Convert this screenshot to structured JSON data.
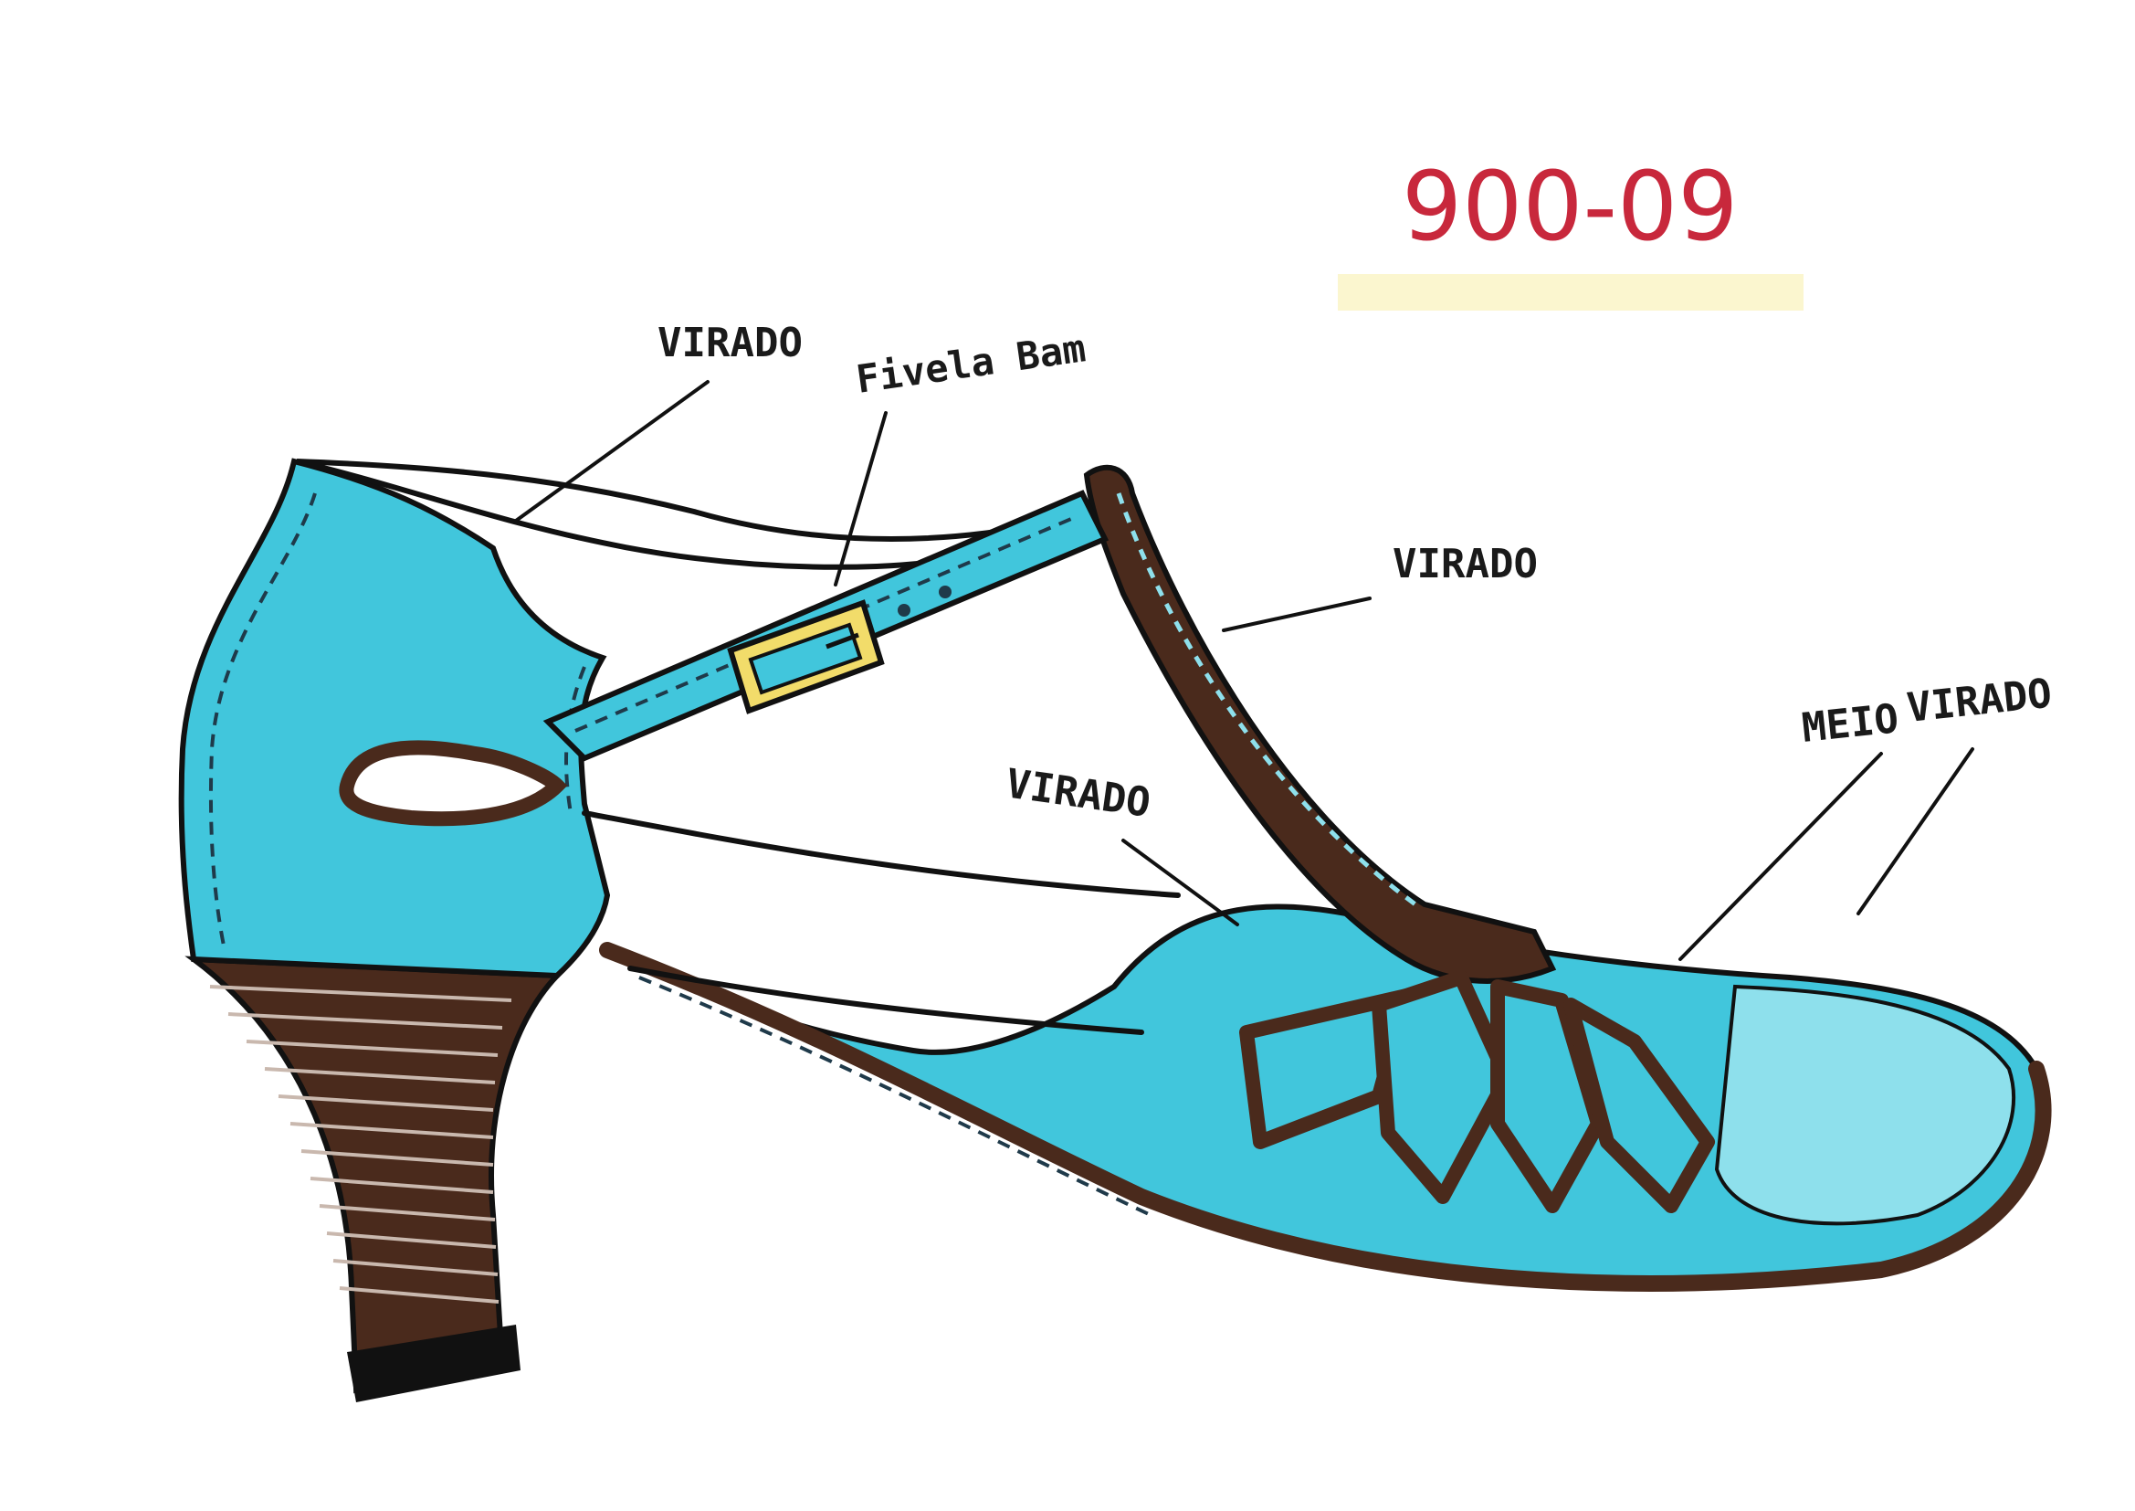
{
  "sketch": {
    "model_code": "900-09",
    "labels": {
      "heel_top": "VIRADO",
      "buckle": "Fivela Bam",
      "t_strap": "VIRADO",
      "inner": "VIRADO",
      "toe_a": "MEIO",
      "toe_b": "VIRADO"
    },
    "colors": {
      "turquoise": "#41c6dc",
      "light_turquoise": "#8ee0ec",
      "brown": "#4a2a1c",
      "buckle": "#f2dc6a",
      "ink": "#111111",
      "code_red": "#c8283c",
      "highlight": "#fbf6cf"
    }
  }
}
